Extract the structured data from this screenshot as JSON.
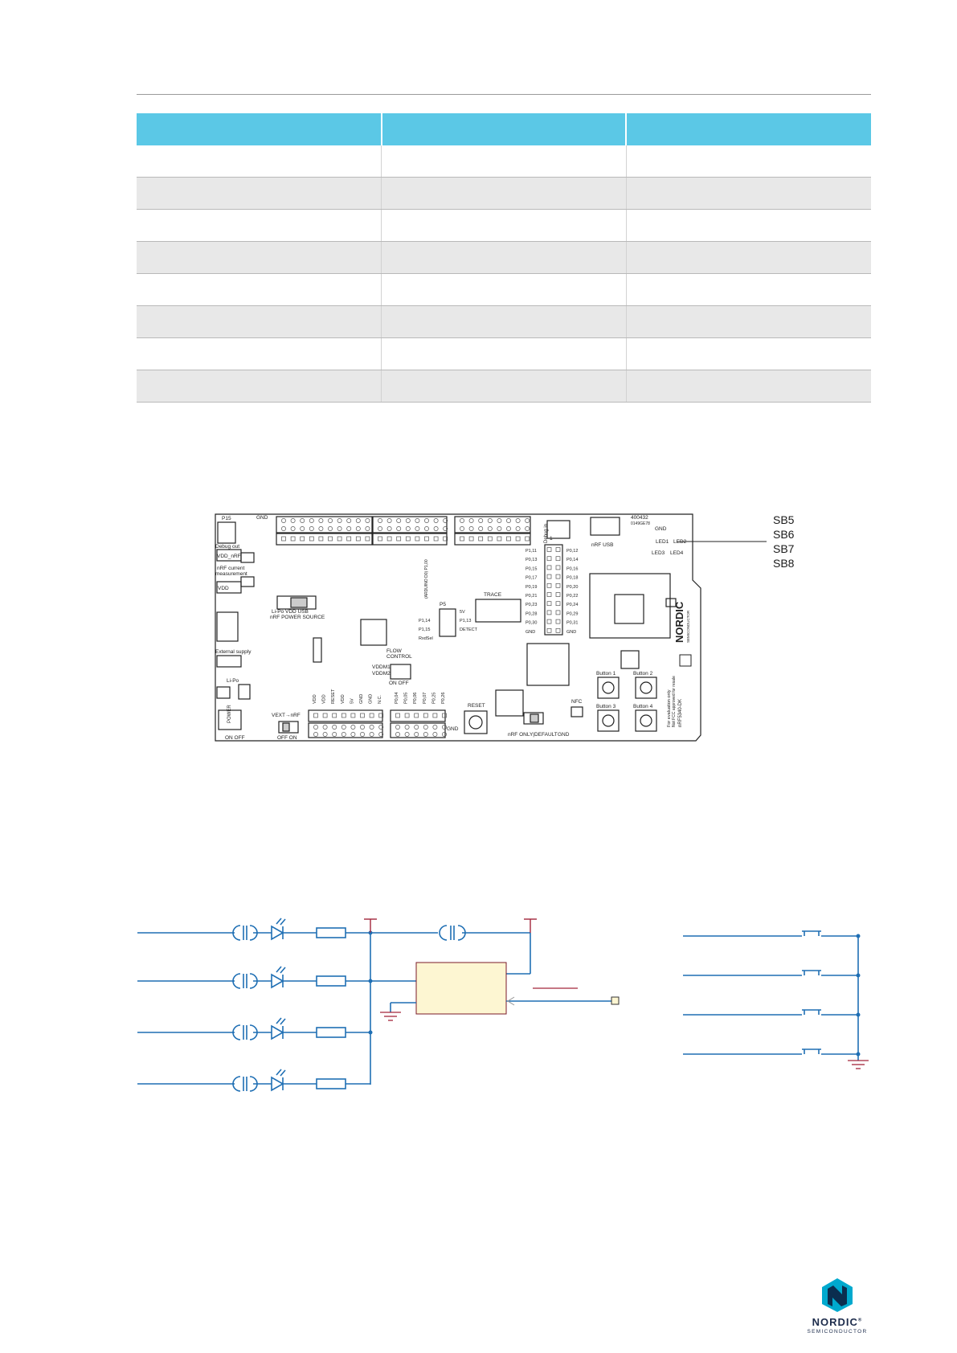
{
  "board_labels": {
    "p15": "P15",
    "debug_out": "Debug out",
    "gnd_top": "GND",
    "vdd_nrf": "VDD_nRF",
    "nrf_current": "nRF current",
    "measurement": "measurement",
    "vdd": "VDD",
    "lipo_vdd_usb": "Li-Po VDD USB",
    "nrf_power_source": "nRF POWER SOURCE",
    "external_supply": "External supply",
    "lipo": "Li-Po",
    "power": "POWER",
    "on_off_left": "ON OFF",
    "vext_nrf": "VEXT→nRF",
    "off_on": "OFF ON",
    "flow": "FLOW",
    "control": "CONTROL",
    "vddm1": "VDDM1",
    "vddm2": "VDDM2",
    "on_off_flow": "ON OFF",
    "trace": "TRACE",
    "arduino": "(ARDUINO D0) P1,00",
    "reset": "RESET",
    "nrf_only_default": "nRF ONLY|DEFAULT",
    "gnd_bottom": "GND",
    "nfc": "NFC",
    "gnd_bottom2": "GND",
    "debug_in": "Debug in",
    "nrf_usb": "nRF USB",
    "id": "400432",
    "id_sub": "0149GE78",
    "gnd_leds": "GND",
    "led1": "LED1",
    "led2": "LED2",
    "led3": "LED3",
    "led4": "LED4",
    "button1": "Button 1",
    "button2": "Button 2",
    "button3": "Button 3",
    "button4": "Button 4",
    "nordic_board": "NORDIC",
    "semi_board": "SEMICONDUCTOR",
    "for_eval_1": "For evaluation only",
    "for_eval_2": "Not FCC approved for resale",
    "board_name": "nRF5340-DK",
    "pin_1": "1",
    "pins_left": [
      "P1,11",
      "P0,13",
      "P0,15",
      "P0,17",
      "P0,19",
      "P0,21",
      "P0,23",
      "P0,28",
      "P0,30",
      "GND"
    ],
    "pins_right": [
      "P0,12",
      "P0,14",
      "P0,16",
      "P0,18",
      "P0,20",
      "P0,22",
      "P0,24",
      "P0,29",
      "P0,31",
      "GND"
    ],
    "headers_bottom": [
      "VDD",
      "VDD",
      "RESET",
      "VDD",
      "5V",
      "GND",
      "GND",
      "N.C."
    ],
    "headers_bottom2": [
      "P0,04",
      "P0,05",
      "P0,06",
      "P0,07",
      "P0,25",
      "P0,26"
    ],
    "p5_left": [
      "P1,14",
      "P1,15",
      "RxdSel"
    ],
    "p5_right": [
      "5V",
      "P1,13",
      "DETECT"
    ],
    "p5_title": "P5"
  },
  "sb_labels": [
    "SB5",
    "SB6",
    "SB7",
    "SB8"
  ],
  "logo": {
    "word": "NORDIC",
    "sub": "SEMICONDUCTOR",
    "registered": "®"
  },
  "colors": {
    "table_header": "#5bc8e6",
    "row_alt": "#e8e8e8",
    "schematic_blue": "#1f6fb4",
    "schematic_red": "#a3263b",
    "ic_fill": "#fdf6d2"
  }
}
